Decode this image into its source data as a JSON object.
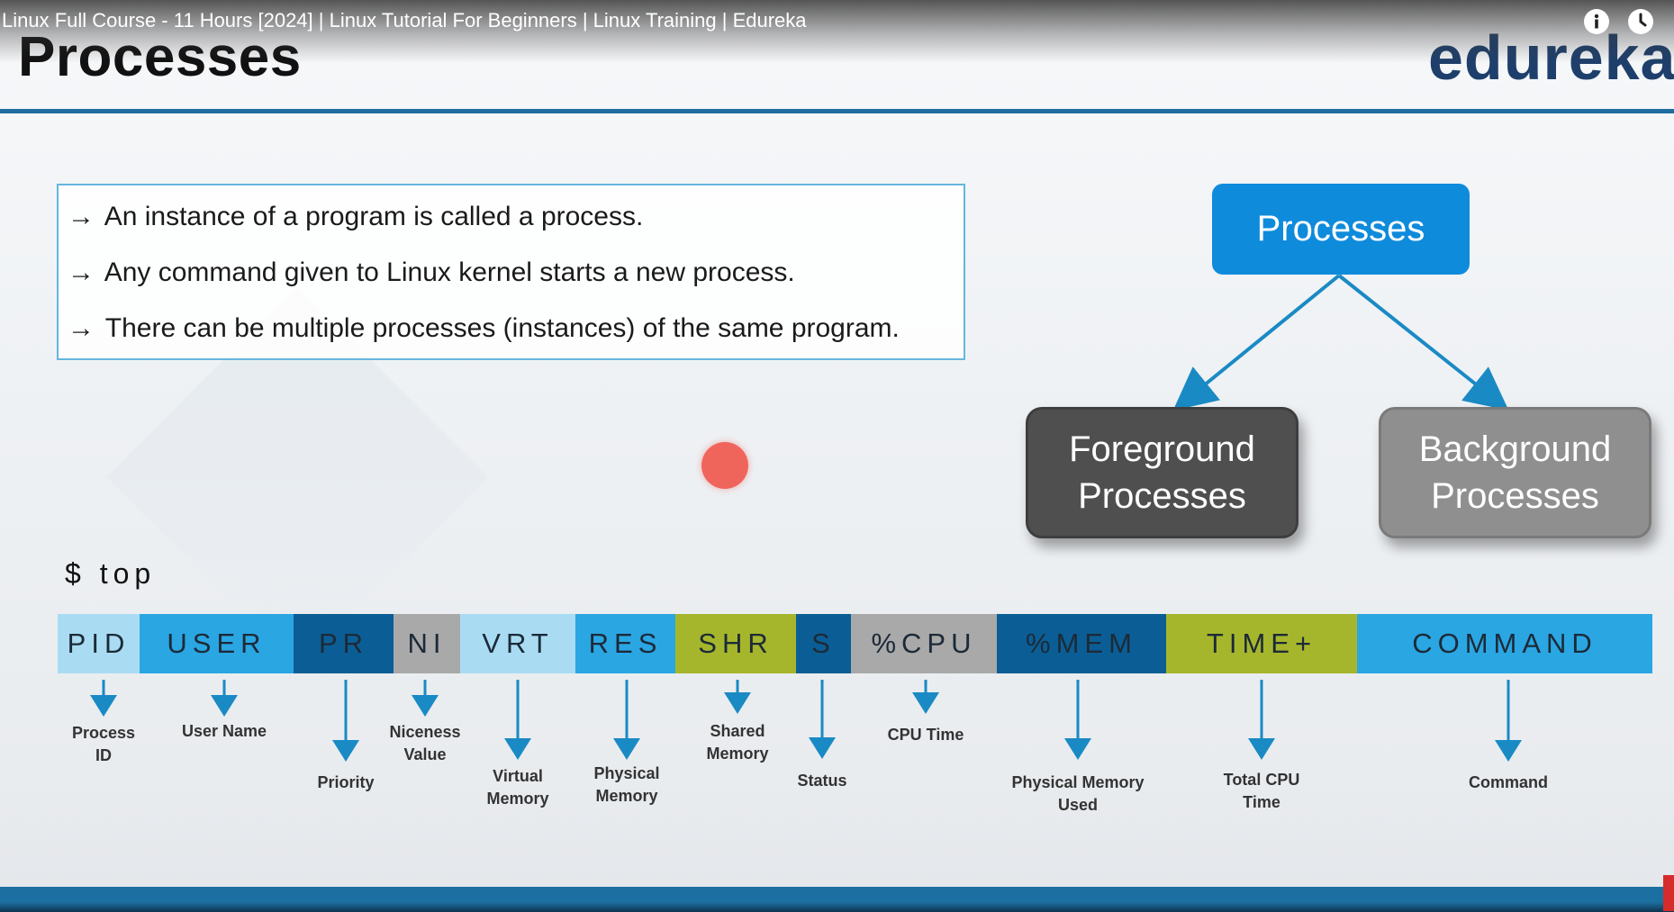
{
  "video": {
    "title": "Linux Full Course - 11 Hours [2024] | Linux Tutorial For Beginners | Linux Training | Edureka",
    "icons": [
      "info-icon",
      "clock-icon"
    ]
  },
  "slide": {
    "title": "Processes",
    "logo": "edureka",
    "bullets": [
      "An instance of a program is called a process.",
      "Any command given to Linux kernel starts a new process.",
      "There can be multiple processes (instances) of the same program."
    ],
    "arrow_glyph": "→"
  },
  "diagram": {
    "root": "Processes",
    "children": [
      "Foreground Processes",
      "Background Processes"
    ]
  },
  "top_command": {
    "command": "$ top",
    "fields": [
      {
        "key": "PID",
        "label": "Process ID",
        "color": "#a9dcf3"
      },
      {
        "key": "USER",
        "label": "User Name",
        "color": "#2aa6e3"
      },
      {
        "key": "PR",
        "label": "Priority",
        "color": "#0b5e95"
      },
      {
        "key": "NI",
        "label": "Niceness Value",
        "color": "#a9a9a9"
      },
      {
        "key": "VRT",
        "label": "Virtual Memory",
        "color": "#a9dcf3"
      },
      {
        "key": "RES",
        "label": "Physical Memory",
        "color": "#2aa6e3"
      },
      {
        "key": "SHR",
        "label": "Shared Memory",
        "color": "#a6b62c"
      },
      {
        "key": "S",
        "label": "Status",
        "color": "#0b5e95"
      },
      {
        "key": "%CPU",
        "label": "CPU Time",
        "color": "#a9a9a9"
      },
      {
        "key": "%MEM",
        "label": "Physical Memory Used",
        "color": "#0b5e95"
      },
      {
        "key": "TIME+",
        "label": "Total CPU Time",
        "color": "#a6b62c"
      },
      {
        "key": "COMMAND",
        "label": "Command",
        "color": "#2aa6e3"
      }
    ]
  }
}
